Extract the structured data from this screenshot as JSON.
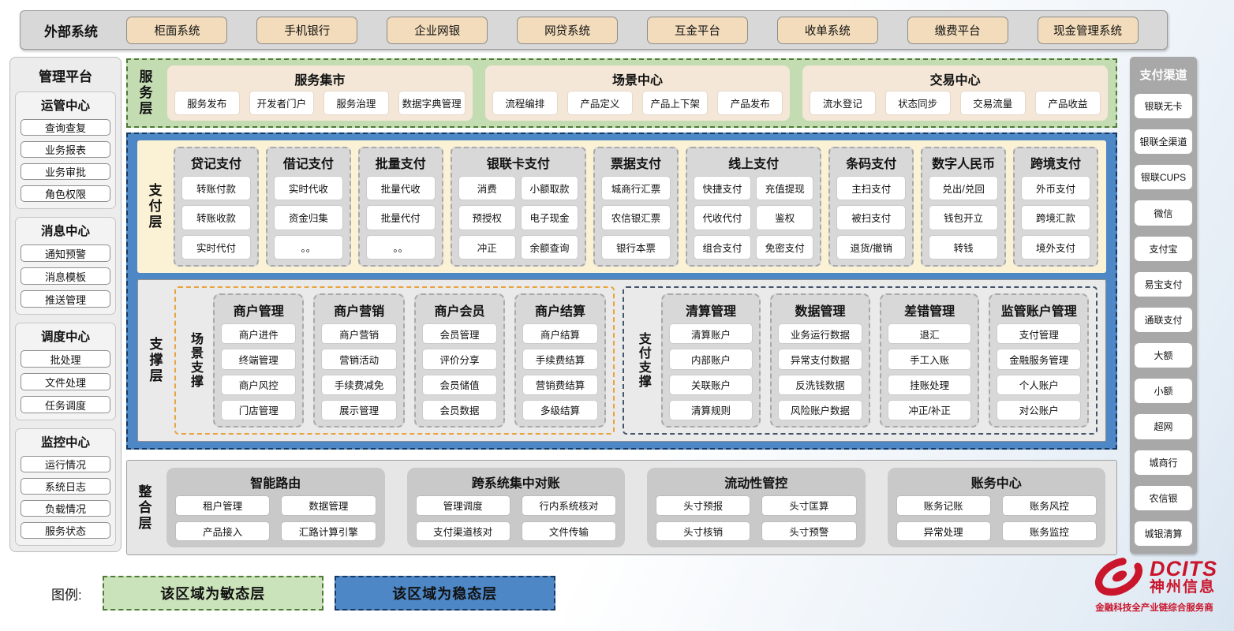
{
  "topbar": {
    "title": "外部系统",
    "systems": [
      "柜面系统",
      "手机银行",
      "企业网银",
      "网贷系统",
      "互金平台",
      "收单系统",
      "缴费平台",
      "现金管理系统"
    ]
  },
  "left_sidebar": {
    "title": "管理平台",
    "groups": [
      {
        "title": "运管中心",
        "items": [
          "查询查复",
          "业务报表",
          "业务审批",
          "角色权限"
        ]
      },
      {
        "title": "消息中心",
        "items": [
          "通知预警",
          "消息模板",
          "推送管理"
        ]
      },
      {
        "title": "调度中心",
        "items": [
          "批处理",
          "文件处理",
          "任务调度"
        ]
      },
      {
        "title": "监控中心",
        "items": [
          "运行情况",
          "系统日志",
          "负载情况",
          "服务状态"
        ]
      }
    ]
  },
  "right_sidebar": {
    "title": "支付渠道",
    "items": [
      "银联无卡",
      "银联全渠道",
      "银联CUPS",
      "微信",
      "支付宝",
      "易宝支付",
      "通联支付",
      "大额",
      "小额",
      "超网",
      "城商行",
      "农信银",
      "城银清算"
    ]
  },
  "service_layer": {
    "label": "服务层",
    "centers": [
      {
        "title": "服务集市",
        "items": [
          "服务发布",
          "开发者门户",
          "服务治理",
          "数据字典管理"
        ]
      },
      {
        "title": "场景中心",
        "items": [
          "流程编排",
          "产品定义",
          "产品上下架",
          "产品发布"
        ]
      },
      {
        "title": "交易中心",
        "items": [
          "流水登记",
          "状态同步",
          "交易流量",
          "产品收益"
        ]
      }
    ]
  },
  "payment_layer": {
    "label": "支付层",
    "groups": [
      {
        "title": "贷记支付",
        "cols": 1,
        "items": [
          "转账付款",
          "转账收款",
          "实时代付"
        ]
      },
      {
        "title": "借记支付",
        "cols": 1,
        "items": [
          "实时代收",
          "资金归集",
          "。。"
        ]
      },
      {
        "title": "批量支付",
        "cols": 1,
        "items": [
          "批量代收",
          "批量代付",
          "。。"
        ]
      },
      {
        "title": "银联卡支付",
        "cols": 2,
        "items": [
          "消费",
          "小额取款",
          "预授权",
          "电子现金",
          "冲正",
          "余额查询"
        ]
      },
      {
        "title": "票据支付",
        "cols": 1,
        "items": [
          "城商行汇票",
          "农信银汇票",
          "银行本票"
        ]
      },
      {
        "title": "线上支付",
        "cols": 2,
        "items": [
          "快捷支付",
          "充值提现",
          "代收代付",
          "鉴权",
          "组合支付",
          "免密支付"
        ]
      },
      {
        "title": "条码支付",
        "cols": 1,
        "items": [
          "主扫支付",
          "被扫支付",
          "退货/撤销"
        ]
      },
      {
        "title": "数字人民币",
        "cols": 1,
        "items": [
          "兑出/兑回",
          "钱包开立",
          "转钱"
        ]
      },
      {
        "title": "跨境支付",
        "cols": 1,
        "items": [
          "外币支付",
          "跨境汇款",
          "境外支付"
        ]
      }
    ]
  },
  "support_layer": {
    "label": "支撑层",
    "sections": [
      {
        "label": "场景支撑",
        "accent": "orange",
        "groups": [
          {
            "title": "商户管理",
            "items": [
              "商户进件",
              "终端管理",
              "商户风控",
              "门店管理"
            ]
          },
          {
            "title": "商户营销",
            "items": [
              "商户营销",
              "营销活动",
              "手续费减免",
              "展示管理"
            ]
          },
          {
            "title": "商户会员",
            "items": [
              "会员管理",
              "评价分享",
              "会员储值",
              "会员数据"
            ]
          },
          {
            "title": "商户结算",
            "items": [
              "商户结算",
              "手续费结算",
              "营销费结算",
              "多级结算"
            ]
          }
        ]
      },
      {
        "label": "支付支撑",
        "accent": "navy",
        "groups": [
          {
            "title": "清算管理",
            "items": [
              "清算账户",
              "内部账户",
              "关联账户",
              "清算规则"
            ]
          },
          {
            "title": "数据管理",
            "items": [
              "业务运行数据",
              "异常支付数据",
              "反洗钱数据",
              "风险账户数据"
            ]
          },
          {
            "title": "差错管理",
            "items": [
              "退汇",
              "手工入账",
              "挂账处理",
              "冲正/补正"
            ]
          },
          {
            "title": "监管账户管理",
            "items": [
              "支付管理",
              "金融服务管理",
              "个人账户",
              "对公账户"
            ]
          }
        ]
      }
    ]
  },
  "integration_layer": {
    "label": "整合层",
    "groups": [
      {
        "title": "智能路由",
        "items": [
          "租户管理",
          "数据管理",
          "产品接入",
          "汇路计算引擎"
        ]
      },
      {
        "title": "跨系统集中对账",
        "items": [
          "管理调度",
          "行内系统核对",
          "支付渠道核对",
          "文件传输"
        ]
      },
      {
        "title": "流动性管控",
        "items": [
          "头寸预报",
          "头寸匡算",
          "头寸核销",
          "头寸预警"
        ]
      },
      {
        "title": "账务中心",
        "items": [
          "账务记账",
          "账务风控",
          "异常处理",
          "账务监控"
        ]
      }
    ]
  },
  "legend": {
    "label": "图例:",
    "agile": "该区域为敏态层",
    "stable": "该区域为稳态层"
  },
  "logo": {
    "brand": "DCITS",
    "name": "神州信息",
    "tagline": "金融科技全产业链综合服务商"
  },
  "colors": {
    "agile_green": "#c3dcb2",
    "stable_blue": "#4d87c6",
    "payment_cream": "#fbf2d5",
    "tan_button": "#f2dcbb",
    "logo_red": "#c9162c"
  }
}
